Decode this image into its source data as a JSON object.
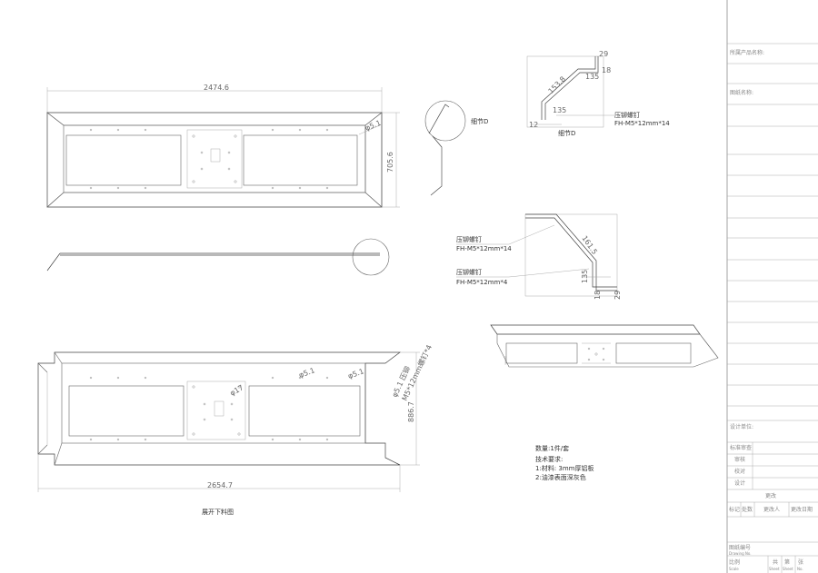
{
  "title_block": {
    "product_name_label": "所属产品名称:",
    "drawing_name_label": "图纸名称:",
    "design_unit_label": "设计单位:",
    "standardization_label": "标准审查",
    "review_label": "审核",
    "proofread_label": "校对",
    "design_label": "设计",
    "change_label": "更改",
    "mark_label": "标记",
    "count_label": "处数",
    "changer_label": "更改人",
    "change_date_label": "更改日期",
    "drawing_no_label": "图纸编号",
    "drawing_no_sub": "Drawing No.",
    "scale_label": "比例",
    "scale_sub": "Scale",
    "sheet_label": "共",
    "sheet_sub": "Sheet",
    "page_label": "第",
    "page_sub": "Sheet",
    "page_unit": "张",
    "no_label": "No."
  },
  "views": {
    "top_view": {
      "width_dim": "2474.6",
      "height_dim": "705.6",
      "hole_dim": "φ5.1"
    },
    "flat_pattern": {
      "width_dim": "2654.7",
      "height_dim": "886.7",
      "hole_dim_1": "φ5.1",
      "hole_dim_2": "φ5.1",
      "hole_dim_3": "φ17",
      "rivet_note_1": "φ5.1 压铆",
      "rivet_note_2": "M5*12mm螺钉*4",
      "caption": "展开下料图"
    },
    "detail_d": {
      "circle_label": "细节D",
      "caption": "细节D",
      "dims": [
        "29",
        "18",
        "135",
        "153.8",
        "135",
        "12"
      ],
      "callout_title": "压铆螺钉",
      "callout_spec": "FH-M5*12mm*14"
    },
    "section_detail": {
      "callout1_title": "压铆螺钉",
      "callout1_spec": "FH-M5*12mm*14",
      "callout2_title": "压铆螺钉",
      "callout2_spec": "FH-M5*12mm*4",
      "dims": [
        "161.5",
        "135",
        "18",
        "29"
      ]
    }
  },
  "notes": {
    "quantity": "数量:1件/套",
    "tech_req": "技术要求:",
    "material": "1:材料: 3mm厚铝板",
    "finish": "2:油漆表面深灰色"
  }
}
